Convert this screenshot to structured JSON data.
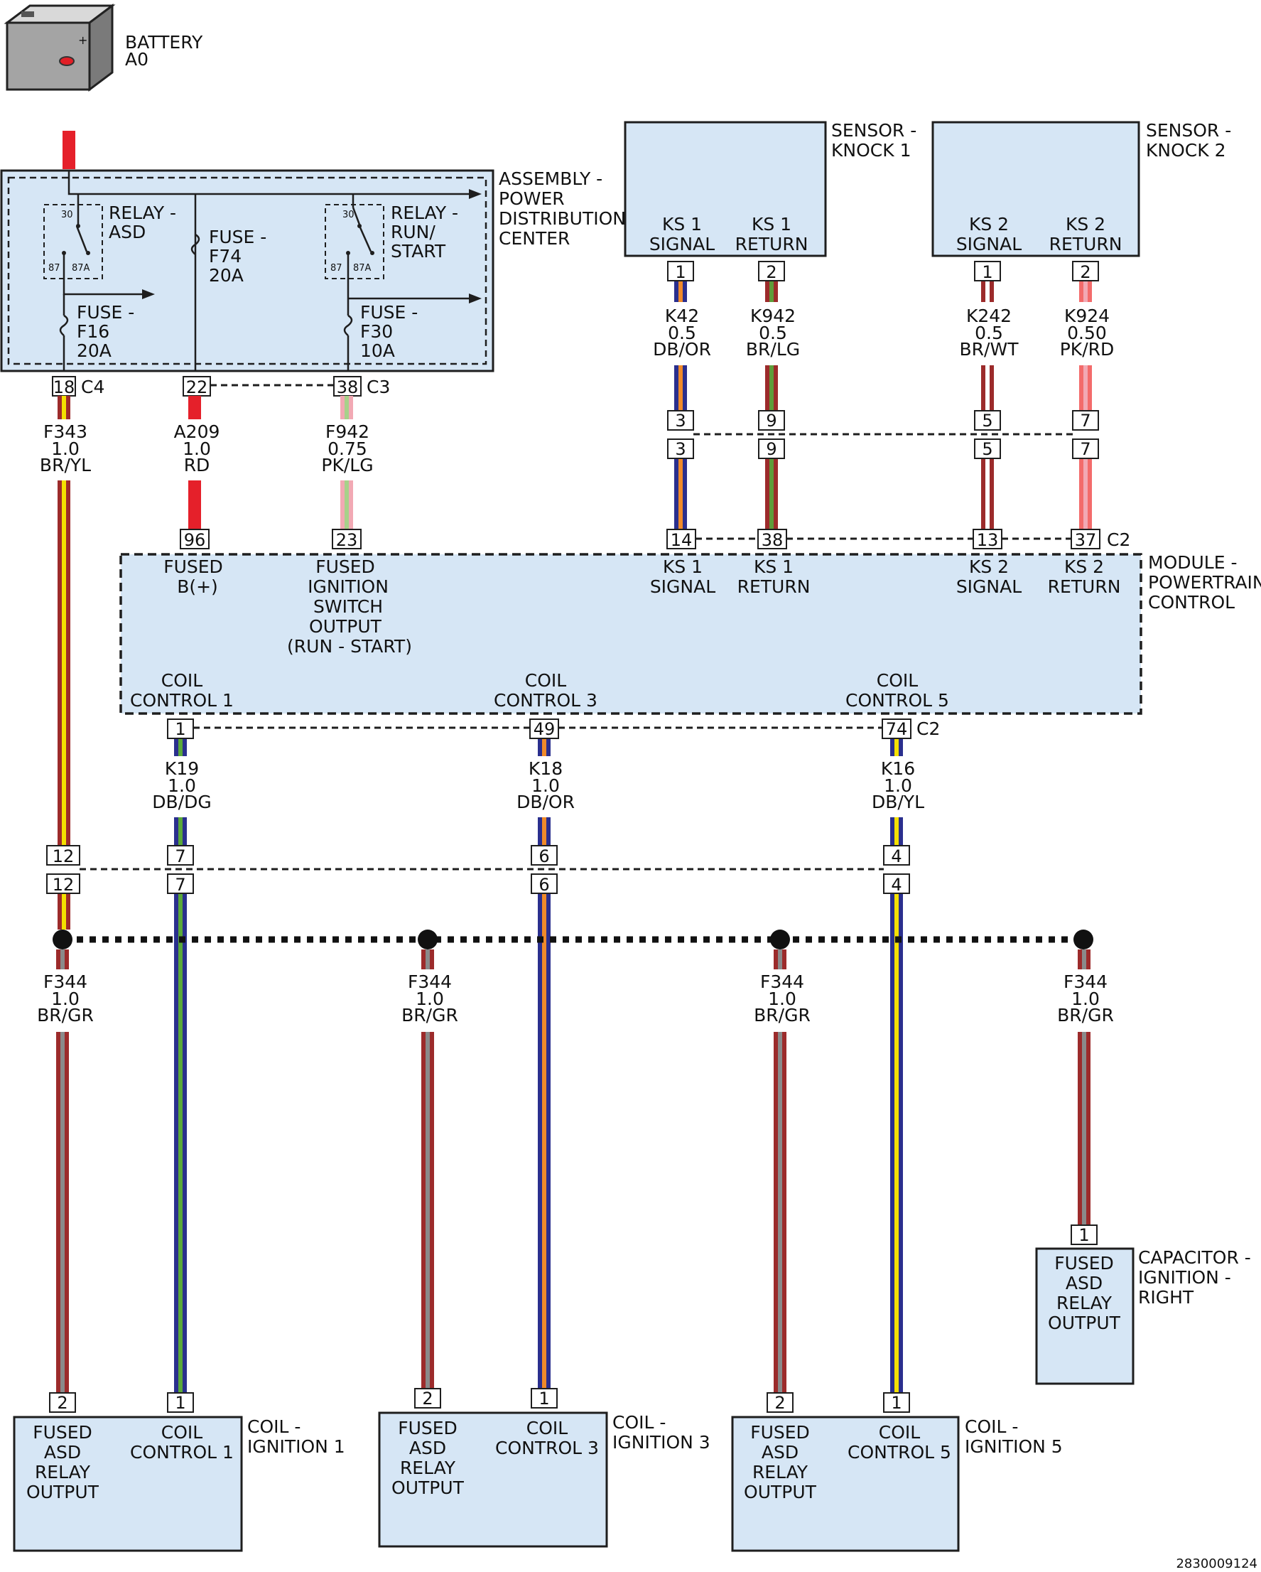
{
  "battery": {
    "name": "BATTERY",
    "id": "A0"
  },
  "pdc": {
    "label": [
      "ASSEMBLY -",
      "POWER",
      "DISTRIBUTION",
      "CENTER"
    ],
    "relay_asd": [
      "RELAY -",
      "ASD"
    ],
    "relay_run": [
      "RELAY -",
      "RUN/",
      "START"
    ],
    "relay_terms": {
      "t30": "30",
      "t87": "87",
      "t87a": "87A"
    },
    "fuse_f74": [
      "FUSE -",
      "F74",
      "20A"
    ],
    "fuse_f16": [
      "FUSE -",
      "F16",
      "20A"
    ],
    "fuse_f30": [
      "FUSE -",
      "F30",
      "10A"
    ],
    "pins": {
      "p18": "18",
      "p22": "22",
      "p38": "38"
    },
    "conn_c4": "C4",
    "conn_c3": "C3"
  },
  "sensors": {
    "ks1": {
      "label": [
        "SENSOR -",
        "KNOCK 1"
      ],
      "sig": [
        "KS 1",
        "SIGNAL"
      ],
      "ret": [
        "KS 1",
        "RETURN"
      ],
      "pin1": "1",
      "pin2": "2"
    },
    "ks2": {
      "label": [
        "SENSOR -",
        "KNOCK 2"
      ],
      "sig": [
        "KS 2",
        "SIGNAL"
      ],
      "ret": [
        "KS 2",
        "RETURN"
      ],
      "pin1": "1",
      "pin2": "2"
    }
  },
  "wires": {
    "k42": [
      "K42",
      "0.5",
      "DB/OR"
    ],
    "k942": [
      "K942",
      "0.5",
      "BR/LG"
    ],
    "k242": [
      "K242",
      "0.5",
      "BR/WT"
    ],
    "k924": [
      "K924",
      "0.50",
      "PK/RD"
    ],
    "f343": [
      "F343",
      "1.0",
      "BR/YL"
    ],
    "a209": [
      "A209",
      "1.0",
      "RD"
    ],
    "f942": [
      "F942",
      "0.75",
      "PK/LG"
    ],
    "k19": [
      "K19",
      "1.0",
      "DB/DG"
    ],
    "k18": [
      "K18",
      "1.0",
      "DB/OR"
    ],
    "k16": [
      "K16",
      "1.0",
      "DB/YL"
    ],
    "f344": [
      "F344",
      "1.0",
      "BR/GR"
    ]
  },
  "inline_pins": {
    "a": "3",
    "b": "9",
    "c": "5",
    "d": "7",
    "e": "12",
    "f": "7",
    "g": "6",
    "h": "4"
  },
  "pcm": {
    "label": [
      "MODULE -",
      "POWERTRAIN",
      "CONTROL"
    ],
    "pins_top": {
      "p96": "96",
      "p23": "23",
      "p14": "14",
      "p38": "38",
      "p13": "13",
      "p37": "37"
    },
    "conn_c2": "C2",
    "fused_b": [
      "FUSED",
      "B(+)"
    ],
    "fused_ign": [
      "FUSED",
      "IGNITION",
      "SWITCH",
      "OUTPUT",
      "(RUN - START)"
    ],
    "ks1_sig": [
      "KS 1",
      "SIGNAL"
    ],
    "ks1_ret": [
      "KS 1",
      "RETURN"
    ],
    "ks2_sig": [
      "KS 2",
      "SIGNAL"
    ],
    "ks2_ret": [
      "KS 2",
      "RETURN"
    ],
    "coil1": [
      "COIL",
      "CONTROL 1"
    ],
    "coil3": [
      "COIL",
      "CONTROL 3"
    ],
    "coil5": [
      "COIL",
      "CONTROL 5"
    ],
    "pins_bottom": {
      "p1": "1",
      "p49": "49",
      "p74": "74"
    }
  },
  "coils": {
    "c1": {
      "label": [
        "COIL -",
        "IGNITION 1"
      ],
      "asd": [
        "FUSED",
        "ASD",
        "RELAY",
        "OUTPUT"
      ],
      "ctrl": [
        "COIL",
        "CONTROL 1"
      ],
      "pin2": "2",
      "pin1": "1"
    },
    "c3": {
      "label": [
        "COIL -",
        "IGNITION 3"
      ],
      "asd": [
        "FUSED",
        "ASD",
        "RELAY",
        "OUTPUT"
      ],
      "ctrl": [
        "COIL",
        "CONTROL 3"
      ],
      "pin2": "2",
      "pin1": "1"
    },
    "c5": {
      "label": [
        "COIL -",
        "IGNITION 5"
      ],
      "asd": [
        "FUSED",
        "ASD",
        "RELAY",
        "OUTPUT"
      ],
      "ctrl": [
        "COIL",
        "CONTROL 5"
      ],
      "pin2": "2",
      "pin1": "1"
    }
  },
  "capacitor": {
    "label": [
      "CAPACITOR -",
      "IGNITION -",
      "RIGHT"
    ],
    "box": [
      "FUSED",
      "ASD",
      "RELAY",
      "OUTPUT"
    ],
    "pin": "1"
  },
  "footer": {
    "code": "2830009124"
  },
  "colors": {
    "RD": "#e5202a",
    "BR": "#9c2b2b",
    "YL": "#f4e000",
    "DB": "#2a2f8e",
    "OR": "#f08a2a",
    "LG": "#5e9c3a",
    "WT": "#ffffff",
    "PK": "#f2a9b4",
    "DG": "#5aa83a",
    "GR": "#8a8a8a",
    "PKRD": "#f36b6b",
    "PKLG_stripe": "#a8d18a",
    "panel": "#d6e6f5"
  }
}
